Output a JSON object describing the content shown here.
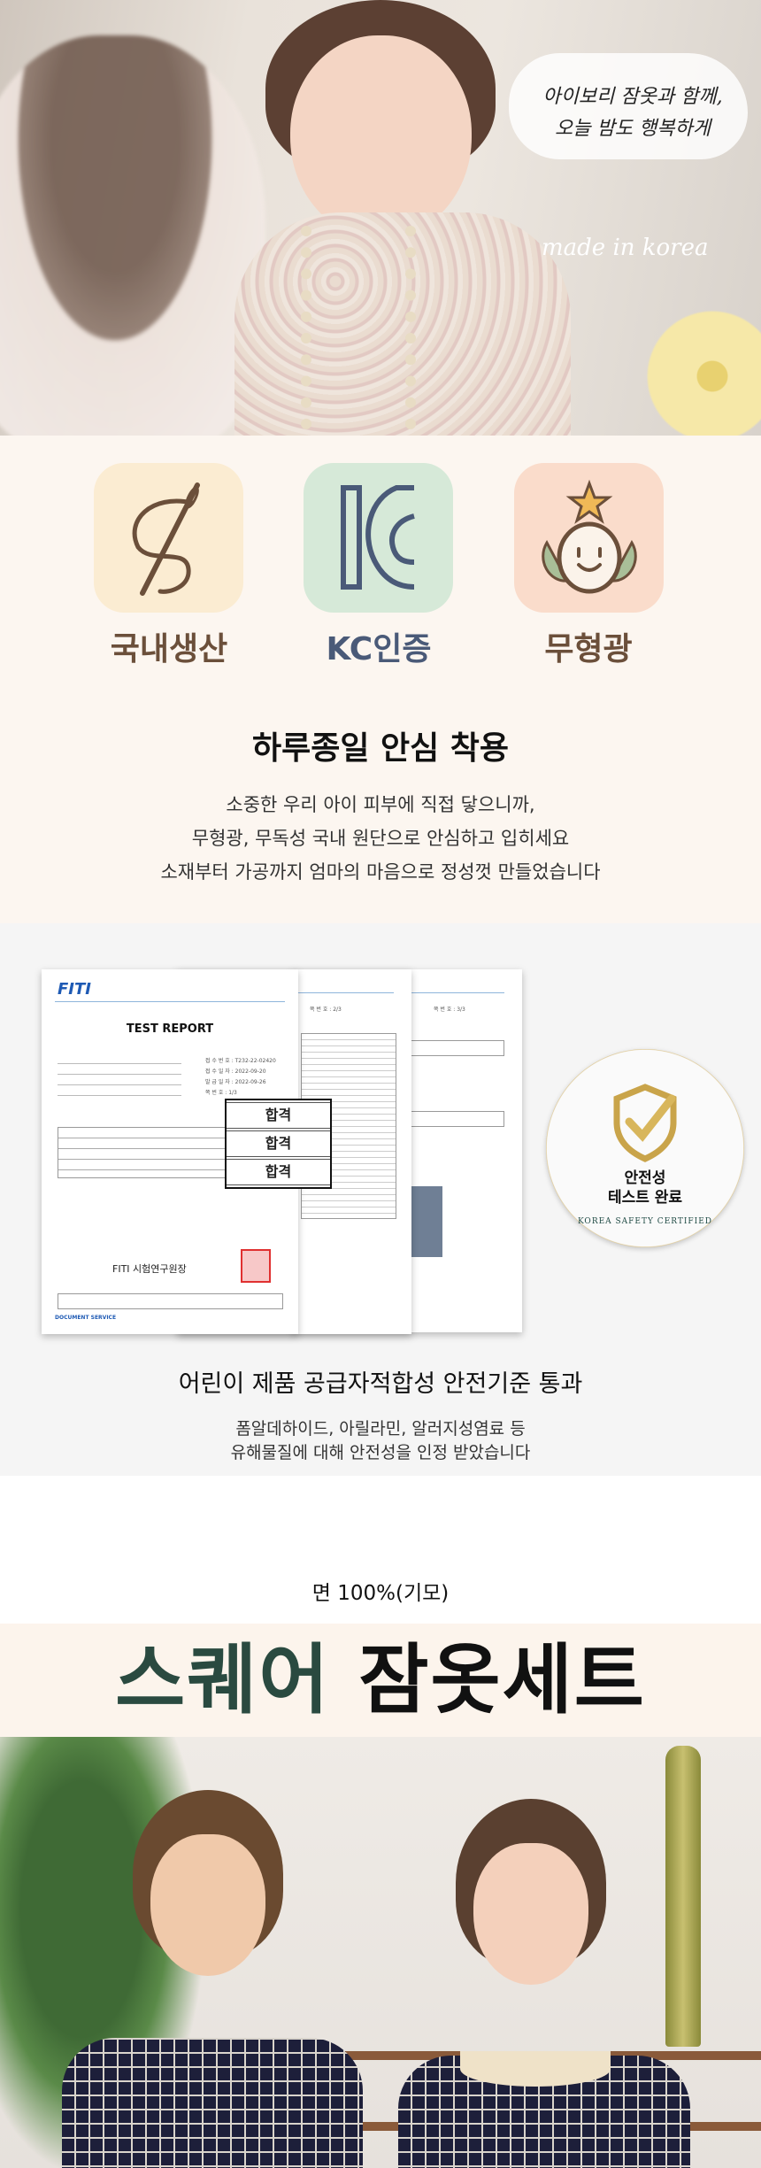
{
  "hero": {
    "speech_bubble": [
      "아이보리 잠옷과 함께,",
      "오늘 밤도 행복하게"
    ],
    "made_in": "made in korea"
  },
  "features": {
    "items": [
      {
        "label": "국내생산",
        "icon": "needle-thread-icon",
        "color": "#6b4f3a",
        "bg": "#fbecd2"
      },
      {
        "label": "KC인증",
        "icon": "kc-mark-icon",
        "color": "#4a5a78",
        "bg": "#d6e9d8"
      },
      {
        "label": "무형광",
        "icon": "smiling-sprout-icon",
        "color": "#6b4f3a",
        "bg": "#fadccb"
      }
    ],
    "title": "하루종일 안심 착용",
    "description": [
      "소중한 우리 아이 피부에 직접 닿으니까,",
      "무형광, 무독성 국내 원단으로 안심하고 입히세요",
      "소재부터 가공까지 엄마의 마음으로 정성껏 만들었습니다"
    ]
  },
  "safety": {
    "report": {
      "logo": "FITI",
      "title": "TEST REPORT",
      "receipt_no": "접 수 번 호 : T232-22-02420",
      "receipt_date": "접 수 일 자 : 2022-09-20",
      "issue_date": "발 급 일 자 : 2022-09-26",
      "page": "쪽 번 호 : 1/3",
      "page2": "쪽 번 호 : 2/3",
      "page3": "쪽 번 호 : 3/3",
      "issuer": "FITI 시험연구원장",
      "document_service": "DOCUMENT SERVICE",
      "results": [
        "합격",
        "합격",
        "합격"
      ]
    },
    "badge": {
      "line1": "안전성",
      "line2": "테스트 완료",
      "ring_text": "KOREA SAFETY CERTIFIED",
      "accent": "#c9a44a"
    },
    "title": "어린이 제품 공급자적합성 안전기준 통과",
    "description": [
      "폼알데하이드, 아릴라민, 알러지성염료 등",
      "유해물질에 대해 안전성을 인정 받았습니다"
    ]
  },
  "product": {
    "fabric": "면 100%(기모)",
    "title_accent": "스퀘어",
    "title_rest": "잠옷세트",
    "accent_color": "#2a4a40"
  }
}
